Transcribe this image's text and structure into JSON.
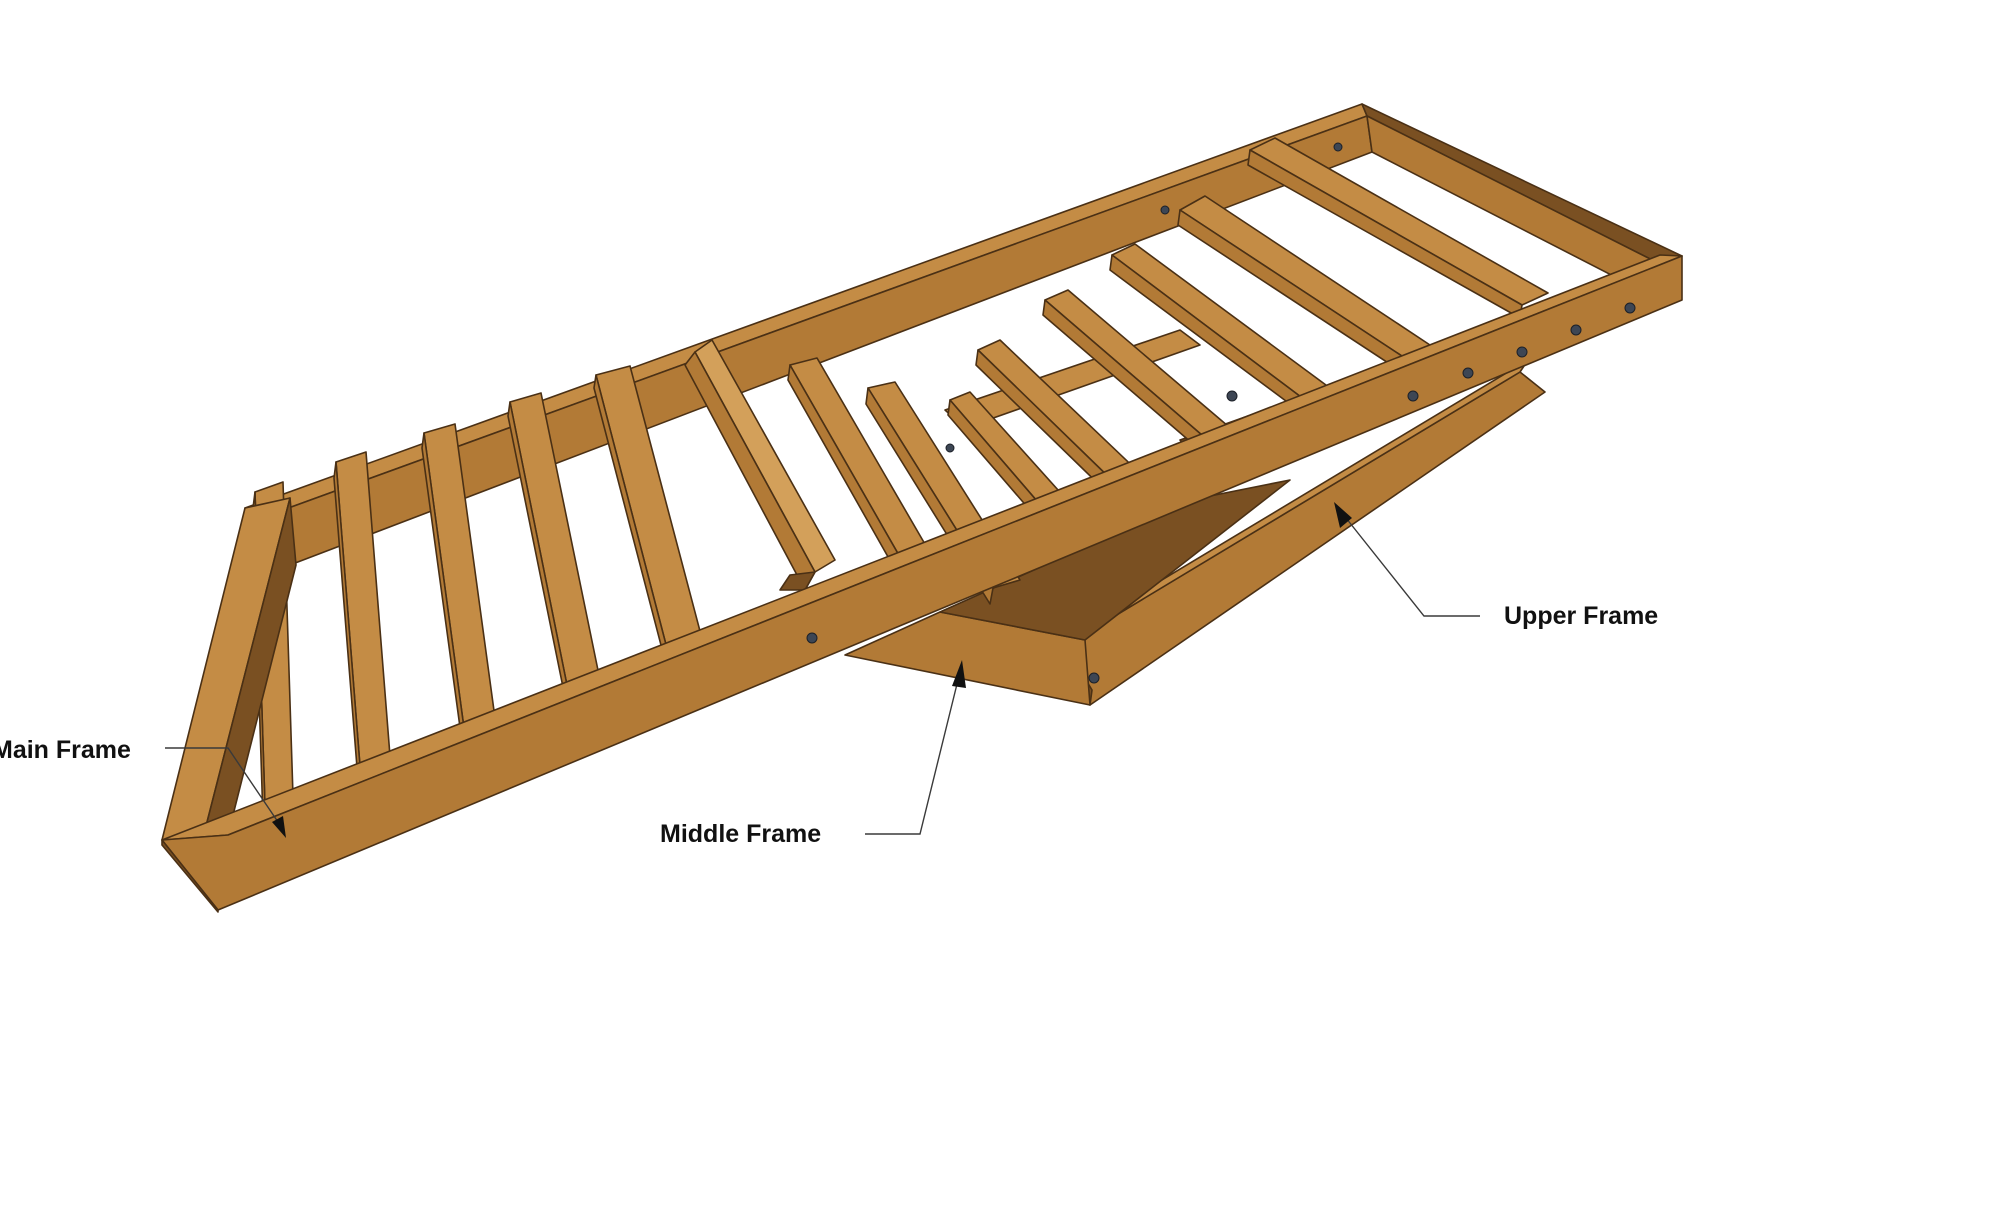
{
  "labels": {
    "main_frame": "Main Frame",
    "middle_frame": "Middle Frame",
    "upper_frame": "Upper Frame"
  },
  "colors": {
    "wood_top": "#c48c45",
    "wood_face": "#b27a36",
    "wood_dark": "#7a5022",
    "wood_outline": "#4a3015",
    "bolt": "#3d4654",
    "label_text": "#111111",
    "background": "#ffffff"
  }
}
